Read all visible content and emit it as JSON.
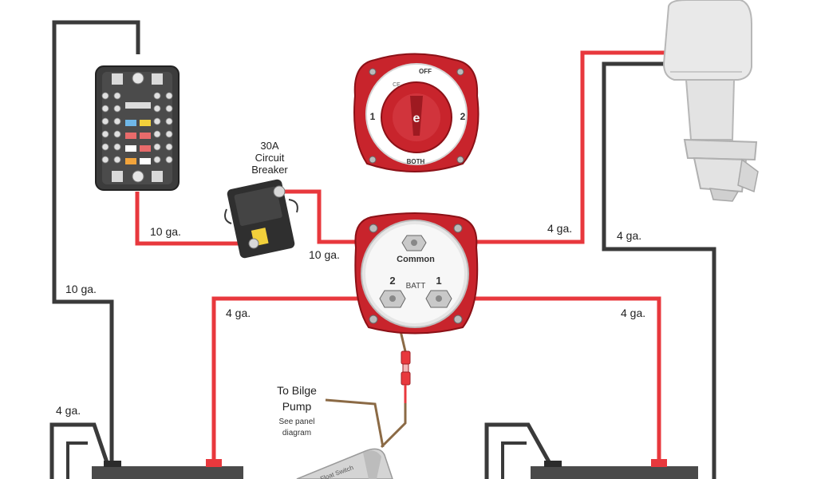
{
  "labels": {
    "circuit_breaker_line1": "30A",
    "circuit_breaker_line2": "Circuit",
    "circuit_breaker_line3": "Breaker",
    "gauge_fuse_to_breaker": "10 ga.",
    "gauge_breaker_to_common": "10 ga.",
    "gauge_left_ground": "10 ga.",
    "gauge_left_battery_pos": "4 ga.",
    "gauge_left_battery_neg": "4 ga.",
    "gauge_motor_pos": "4 ga.",
    "gauge_motor_ground": "4 ga.",
    "gauge_right_battery_pos": "4 ga.",
    "bilge_line1": "To Bilge",
    "bilge_line2": "Pump",
    "bilge_note1": "See panel",
    "bilge_note2": "diagram"
  },
  "selector_switch": {
    "off": "OFF",
    "pos1": "1",
    "pos2": "2",
    "both": "BOTH",
    "center_logo": "e",
    "ce_mark": "CE"
  },
  "battery_switch": {
    "common": "Common",
    "batt": "BATT",
    "pos1": "1",
    "pos2": "2"
  },
  "float_switch": {
    "label": "Float Switch"
  },
  "colors": {
    "positive_wire": "#e8383d",
    "negative_wire": "#3a3a3a",
    "bilge_wire": "#8b6a45",
    "switch_red": "#c8242c",
    "fuse_block": "#3c3c3c"
  }
}
